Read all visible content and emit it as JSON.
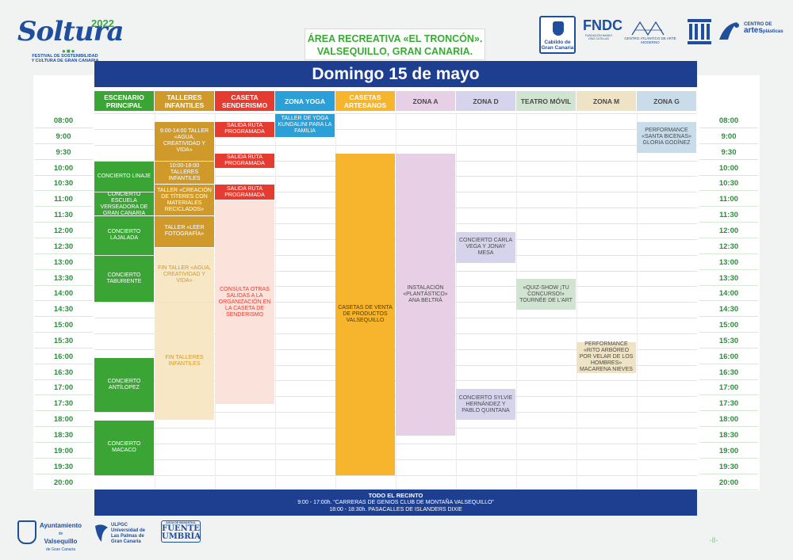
{
  "header": {
    "logo_soltura": {
      "word": "Soltura",
      "year": "2022",
      "subtitle_line1": "FESTIVAL DE SOSTENIBILIDAD",
      "subtitle_line2": "Y CULTURA DE GRAN CANARIA"
    },
    "venue_line1": "ÁREA RECREATIVA «EL TRONCÓN».",
    "venue_line2": "VALSEQUILLO, GRAN CANARIA.",
    "partner_logos": {
      "cabildo": "Cabildo de Gran Canaria",
      "fndc": "FNDC",
      "fndc_sub": "FUNDACIÓN NANKO DÍAZ CUTILLAS",
      "caam": "CENTRO ATLÁNTICO DE ARTE MODERNO",
      "artes_line1": "CENTRO DE",
      "artes_line2": "artes",
      "artes_line3": "plásticas"
    }
  },
  "day_title": "Domingo 15 de mayo",
  "columns": [
    {
      "label": "ESCENARIO PRINCIPAL",
      "color": "#3aa535",
      "text": "#ffffff"
    },
    {
      "label": "TALLERES INFANTILES",
      "color": "#d09a2b",
      "text": "#ffffff"
    },
    {
      "label": "CASETA SENDERISMO",
      "color": "#e63b30",
      "text": "#ffffff"
    },
    {
      "label": "ZONA YOGA",
      "color": "#2a9fd8",
      "text": "#ffffff"
    },
    {
      "label": "CASETAS ARTESANOS",
      "color": "#f7b52d",
      "text": "#ffffff"
    },
    {
      "label": "ZONA A",
      "color": "#e7cfe5",
      "text": "#4a4a4a"
    },
    {
      "label": "ZONA D",
      "color": "#d6d4ec",
      "text": "#4a4a4a"
    },
    {
      "label": "TEATRO MÓVIL",
      "color": "#d1e4d1",
      "text": "#4a4a4a"
    },
    {
      "label": "ZONA M",
      "color": "#efe3c6",
      "text": "#4a4a4a"
    },
    {
      "label": "ZONA G",
      "color": "#c9dcea",
      "text": "#4a4a4a"
    }
  ],
  "times": [
    "08:00",
    "9:00",
    "9:30",
    "10:00",
    "10:30",
    "11:00",
    "11:30",
    "12:00",
    "12:30",
    "13:00",
    "13:30",
    "14:00",
    "14:30",
    "15:00",
    "15:30",
    "16:00",
    "16:30",
    "17:00",
    "17:30",
    "18:00",
    "18:30",
    "19:00",
    "19:30",
    "20:00"
  ],
  "events": [
    {
      "col": 0,
      "start": 3,
      "end": 5,
      "text": "CONCIERTO LINAJE",
      "bg": "#3aa535",
      "fg": "#ffffff"
    },
    {
      "col": 0,
      "start": 5,
      "end": 6.5,
      "text": "CONCIERTO ESCUELA VERSEADORA DE GRAN CANARIA",
      "bg": "#3aa535",
      "fg": "#ffffff"
    },
    {
      "col": 0,
      "start": 6.5,
      "end": 9,
      "text": "CONCIERTO LAJALADA",
      "bg": "#3aa535",
      "fg": "#ffffff"
    },
    {
      "col": 0,
      "start": 9,
      "end": 12,
      "text": "CONCIERTO TABURIENTE",
      "bg": "#3aa535",
      "fg": "#ffffff"
    },
    {
      "col": 0,
      "start": 15.5,
      "end": 19,
      "text": "CONCIERTO ANTÍLOPEZ",
      "bg": "#3aa535",
      "fg": "#ffffff"
    },
    {
      "col": 0,
      "start": 19.5,
      "end": 23,
      "text": "CONCIERTO MACACO",
      "bg": "#3aa535",
      "fg": "#ffffff"
    },
    {
      "col": 1,
      "start": 0.5,
      "end": 3,
      "text": "9:00-14:00 TALLER «AGUA, CREATIVIDAD Y VIDA»",
      "bg": "#d09a2b",
      "fg": "#ffffff"
    },
    {
      "col": 1,
      "start": 3,
      "end": 4.5,
      "text": "10:00-18:00 TALLERES INFANTILES",
      "bg": "#d09a2b",
      "fg": "#ffffff"
    },
    {
      "col": 1,
      "start": 4.5,
      "end": 6.5,
      "text": "TALLER «CREACIÓN DE TÍTERES CON MATERIALES RECICLADOS»",
      "bg": "#d09a2b",
      "fg": "#ffffff"
    },
    {
      "col": 1,
      "start": 6.5,
      "end": 8.5,
      "text": "TALLER «LEER FOTOGRAFÍA»",
      "bg": "#d09a2b",
      "fg": "#ffffff"
    },
    {
      "col": 1,
      "start": 8.5,
      "end": 12,
      "text": "FIN TALLER «AGUA, CREATIVIDAD Y VIDA»",
      "bg": "#f8e7c5",
      "fg": "#d09a2b"
    },
    {
      "col": 1,
      "start": 12,
      "end": 19.5,
      "text": "FIN TALLERES INFANTILES",
      "bg": "#f8e7c5",
      "fg": "#d09a2b"
    },
    {
      "col": 2,
      "start": 0.5,
      "end": 1.5,
      "text": "SALIDA RUTA PROGRAMADA",
      "bg": "#e63b30",
      "fg": "#ffffff"
    },
    {
      "col": 2,
      "start": 2.5,
      "end": 3.5,
      "text": "SALIDA RUTA PROGRAMADA",
      "bg": "#e63b30",
      "fg": "#ffffff"
    },
    {
      "col": 2,
      "start": 4.5,
      "end": 5.5,
      "text": "SALIDA RUTA PROGRAMADA",
      "bg": "#e63b30",
      "fg": "#ffffff"
    },
    {
      "col": 2,
      "start": 5.5,
      "end": 18.5,
      "text": "CONSULTA OTRAS SALIDAS A LA ORGANIZACIÓN EN LA CASETA DE SENDERISMO",
      "bg": "#fbe3dc",
      "fg": "#e63b30"
    },
    {
      "col": 3,
      "start": 0,
      "end": 1.5,
      "text": "TALLER DE YOGA KUNDALINI PARA LA FAMILIA",
      "bg": "#2a9fd8",
      "fg": "#ffffff"
    },
    {
      "col": 4,
      "start": 2.5,
      "end": 23,
      "text": "CASETAS DE VENTA DE PRODUCTOS VALSEQUILLO",
      "bg": "#f7b52d",
      "fg": "#4a3a10"
    },
    {
      "col": 5,
      "start": 2.5,
      "end": 20.5,
      "text": "INSTALACIÓN «PLANTÁSTICO» ANA BELTRÁ",
      "bg": "#e7cfe5",
      "fg": "#4a4a4a"
    },
    {
      "col": 6,
      "start": 7.5,
      "end": 9.5,
      "text": "CONCIERTO CARLA VEGA Y JONAY MESA",
      "bg": "#d6d4ec",
      "fg": "#4a4a4a"
    },
    {
      "col": 6,
      "start": 17.5,
      "end": 19.5,
      "text": "CONCIERTO SYLVIE HERNÁNDEZ Y PABLO QUINTANA",
      "bg": "#d6d4ec",
      "fg": "#4a4a4a"
    },
    {
      "col": 7,
      "start": 10.5,
      "end": 12.5,
      "text": "«QUIZ-SHOW ¡TU CONCURSO!» TOURNÉE DE L'ART",
      "bg": "#d1e4d1",
      "fg": "#4a4a4a"
    },
    {
      "col": 8,
      "start": 14.5,
      "end": 16.5,
      "text": "PERFORMANCE «RITO ARBÓREO POR VELAR DE LOS HOMBRES» MACARENA NIEVES",
      "bg": "#efe3c6",
      "fg": "#4a4a4a"
    },
    {
      "col": 9,
      "start": 0.5,
      "end": 2.5,
      "text": "PERFORMANCE «SANTA BICENAS» GLORIA GODÍNEZ",
      "bg": "#c9dcea",
      "fg": "#4a4a4a"
    }
  ],
  "footer": {
    "title": "TODO EL RECINTO",
    "line1": "9:00 - 17:00h.  “CARRERAS DE GENIOS CLUB DE MONTAÑA VALSEQUILLO”",
    "line2": "18:00 - 18:30h. PASACALLES DE ISLANDERS DIXIE"
  },
  "bottom_logos": {
    "valsequillo_line1": "Ayuntamiento",
    "valsequillo_line2": "de",
    "valsequillo_line3": "Valsequillo",
    "valsequillo_line4": "de Gran Canaria",
    "ulpgc_line1": "ULPGC",
    "ulpgc_line2": "Universidad de",
    "ulpgc_line3": "Las Palmas de",
    "ulpgc_line4": "Gran Canaria",
    "fuente_sub": "AGUA DE MANANTIAL",
    "fuente_name": "FUENTE UMBRÍA"
  },
  "page_number": "-8-"
}
